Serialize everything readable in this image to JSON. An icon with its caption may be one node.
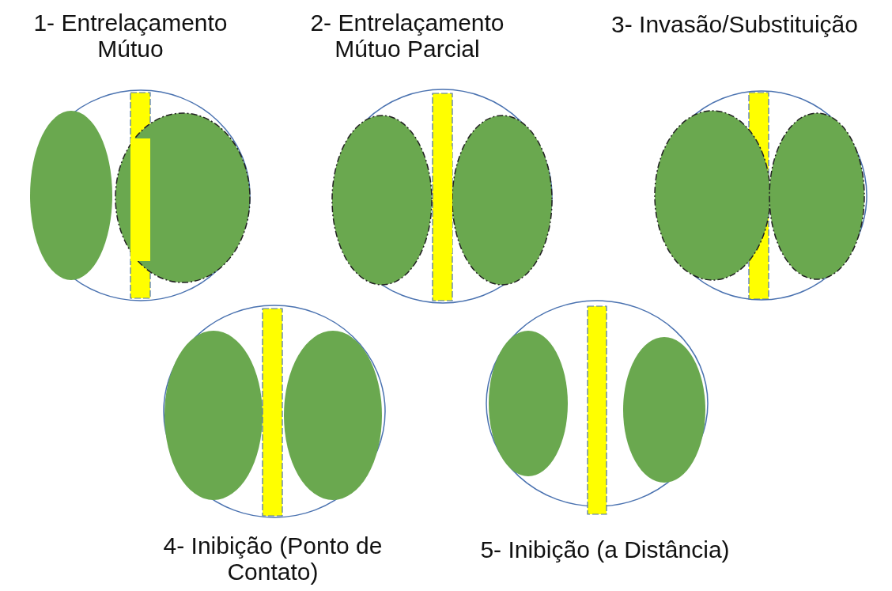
{
  "diagram": {
    "labels": [
      "1- Entrelaçamento Mútuo",
      "2- Entrelaçamento Mútuo Parcial",
      "3- Invasão/Substituição",
      "4- Inibição (Ponto de Contato)",
      "5- Inibição (a Distância)"
    ]
  }
}
